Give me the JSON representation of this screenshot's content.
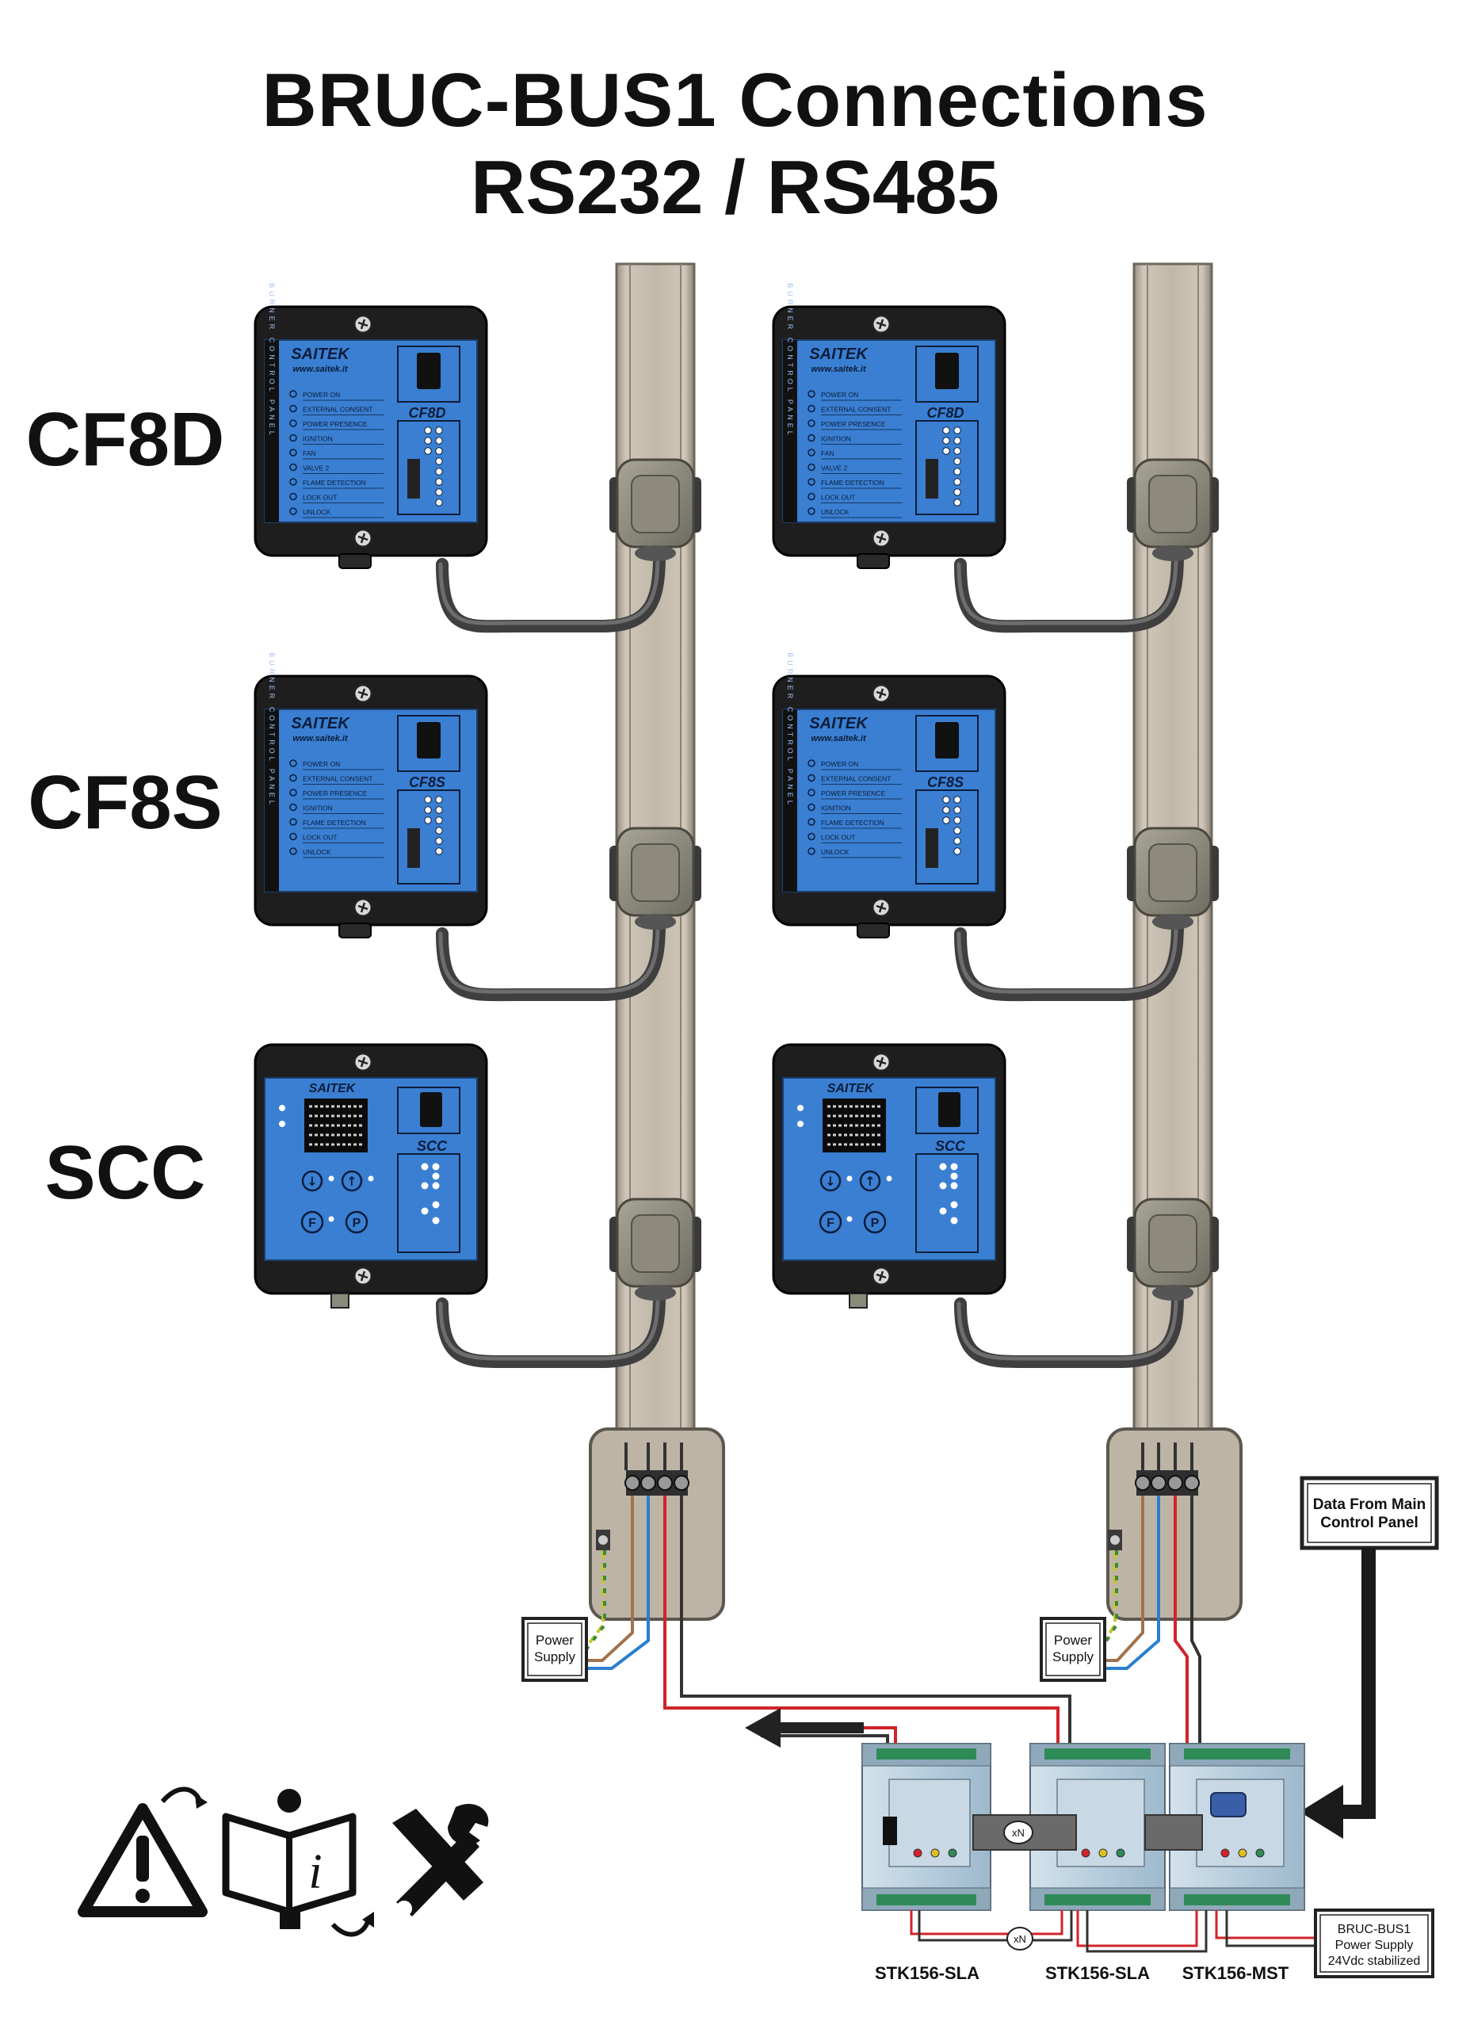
{
  "title": {
    "line1": "BRUC-BUS1  Connections",
    "line2": "RS232 / RS485"
  },
  "rows": [
    {
      "label": "CF8D",
      "model_badge": "CF8D"
    },
    {
      "label": "CF8S",
      "model_badge": "CF8S"
    },
    {
      "label": "SCC",
      "model_badge": "SCC"
    }
  ],
  "panel_brand": {
    "logo": "SAITEK",
    "website": "www.saitek.it",
    "side_label": "BURNER CONTROL PANEL"
  },
  "cf8d_indicators": [
    "POWER ON",
    "EXTERNAL CONSENT",
    "POWER PRESENCE",
    "IGNITION",
    "FAN",
    "VALVE 2",
    "FLAME DETECTION",
    "LOCK OUT",
    "UNLOCK"
  ],
  "cf8s_indicators": [
    "POWER ON",
    "EXTERNAL CONSENT",
    "POWER PRESENCE",
    "IGNITION",
    "FLAME DETECTION",
    "LOCK OUT",
    "UNLOCK"
  ],
  "scc_buttons": [
    "F",
    "P"
  ],
  "power_supply_label": [
    "Power",
    "Supply"
  ],
  "main_panel_box": [
    "Data From Main",
    "Control Panel"
  ],
  "modules": [
    {
      "label": "STK156-SLA",
      "type": "slave"
    },
    {
      "label": "STK156-SLA",
      "type": "slave"
    },
    {
      "label": "STK156-MST",
      "type": "master"
    }
  ],
  "bus_power_box": [
    "BRUC-BUS1",
    "Power Supply",
    "24Vdc stabilized"
  ],
  "link_marker": "xN",
  "colors": {
    "panel_blue": "#3a7fd2",
    "panel_frame": "#1e1e1e",
    "rail": "#bfb5a6",
    "cable": "#4a4a4a",
    "wire_red": "#d2232a",
    "wire_blue": "#2a7fd0",
    "wire_brown": "#a0734d",
    "wire_yellow_green": "#c6c82a",
    "module_blue": "#b8cfdf",
    "module_green": "#2e8b57"
  },
  "safety_icons": [
    "warning-triangle-icon",
    "read-manual-icon",
    "tools-icon"
  ]
}
